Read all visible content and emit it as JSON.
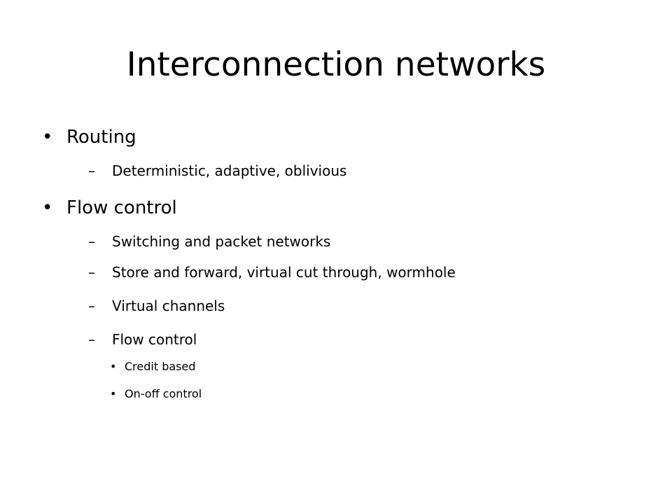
{
  "slide": {
    "title": "Interconnection networks",
    "bullet_glyph": "•",
    "dash_glyph": "–",
    "items": [
      {
        "label": "Routing",
        "children": [
          {
            "label": "Deterministic, adaptive, oblivious"
          }
        ]
      },
      {
        "label": "Flow control",
        "children": [
          {
            "label": "Switching and packet networks"
          },
          {
            "label": "Store and forward, virtual cut through, wormhole"
          },
          {
            "label": "Virtual channels"
          },
          {
            "label": "Flow control",
            "children": [
              {
                "label": "Credit based"
              },
              {
                "label": "On-off control"
              }
            ]
          }
        ]
      }
    ]
  }
}
